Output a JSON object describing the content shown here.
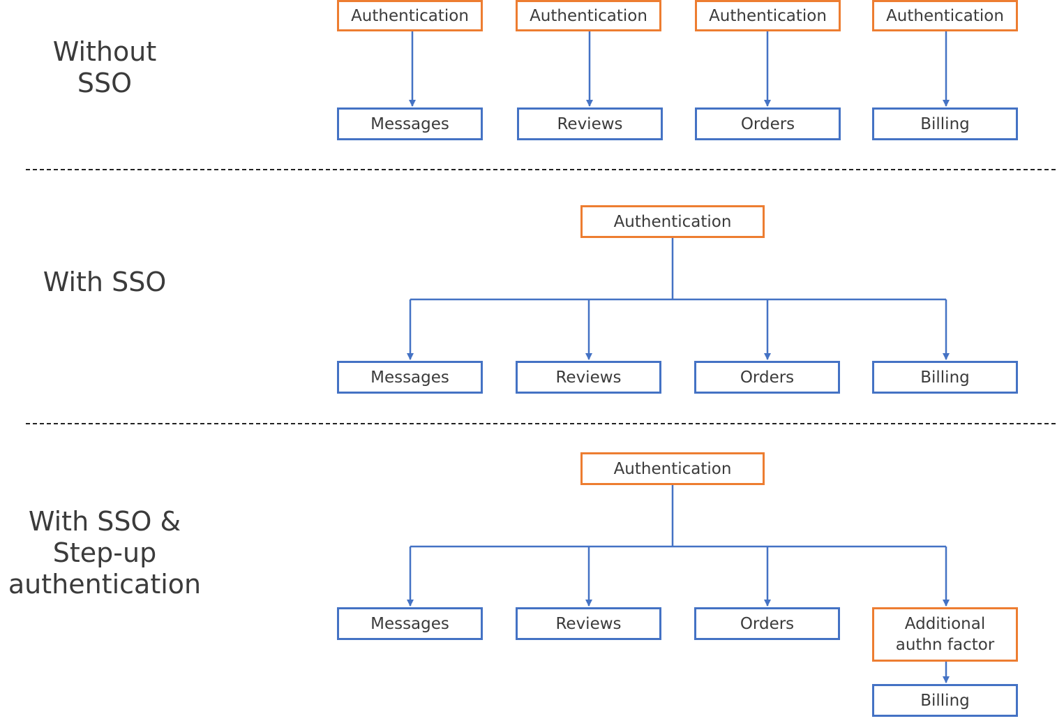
{
  "sections": {
    "without_sso": {
      "label_lines": [
        "Without",
        "SSO"
      ],
      "auth_labels": [
        "Authentication",
        "Authentication",
        "Authentication",
        "Authentication"
      ],
      "services": [
        "Messages",
        "Reviews",
        "Orders",
        "Billing"
      ]
    },
    "with_sso": {
      "label_lines": [
        "With SSO"
      ],
      "auth_label": "Authentication",
      "services": [
        "Messages",
        "Reviews",
        "Orders",
        "Billing"
      ]
    },
    "with_sso_stepup": {
      "label_lines": [
        "With SSO &",
        "Step-up",
        "authentication"
      ],
      "auth_label": "Authentication",
      "services": [
        "Messages",
        "Reviews",
        "Orders"
      ],
      "additional_factor_lines": [
        "Additional",
        "authn factor"
      ],
      "final_service": "Billing"
    }
  },
  "colors": {
    "authentication_border": "#ed7d31",
    "service_border": "#4472c4",
    "connector": "#4472c4",
    "text": "#3b3b3b",
    "divider": "#222222"
  }
}
